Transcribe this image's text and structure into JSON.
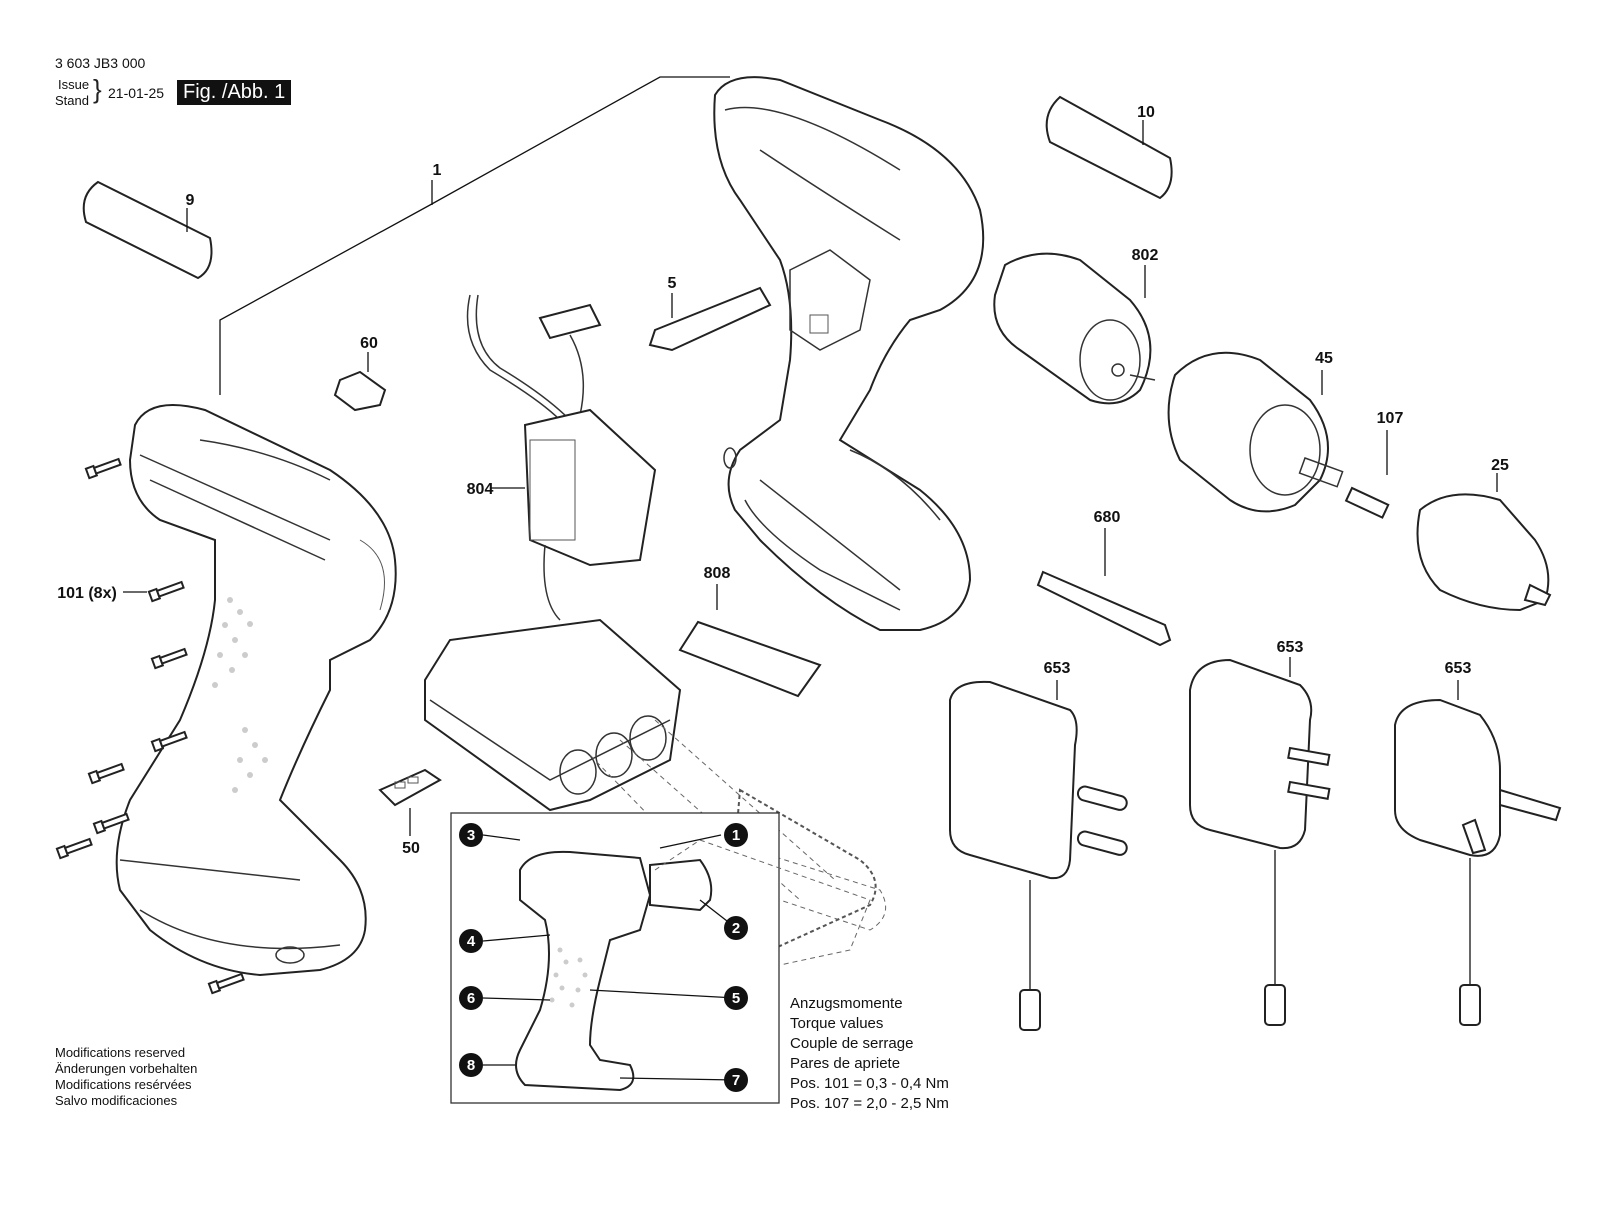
{
  "header": {
    "doc_number": "3 603 JB3 000",
    "issue_label": "Issue",
    "stand_label": "Stand",
    "date": "21-01-25",
    "figure_label": "Fig. /Abb. 1"
  },
  "parts": {
    "p1": "1",
    "p5": "5",
    "p9": "9",
    "p10": "10",
    "p25": "25",
    "p45": "45",
    "p50": "50",
    "p60": "60",
    "p101": "101 (8x)",
    "p107": "107",
    "p653a": "653",
    "p653b": "653",
    "p653c": "653",
    "p680": "680",
    "p802": "802",
    "p804": "804",
    "p808": "808"
  },
  "sequence": {
    "s1": "1",
    "s2": "2",
    "s3": "3",
    "s4": "4",
    "s5": "5",
    "s6": "6",
    "s7": "7",
    "s8": "8"
  },
  "notes": {
    "line1": "Modifications reserved",
    "line2": "Änderungen vorbehalten",
    "line3": "Modifications resérvées",
    "line4": "Salvo modificaciones"
  },
  "torque": {
    "line1": "Anzugsmomente",
    "line2": "Torque values",
    "line3": "Couple de serrage",
    "line4": "Pares de apriete",
    "line5": "Pos. 101  =  0,3 - 0,4 Nm",
    "line6": "Pos. 107  =  2,0 - 2,5 Nm"
  }
}
